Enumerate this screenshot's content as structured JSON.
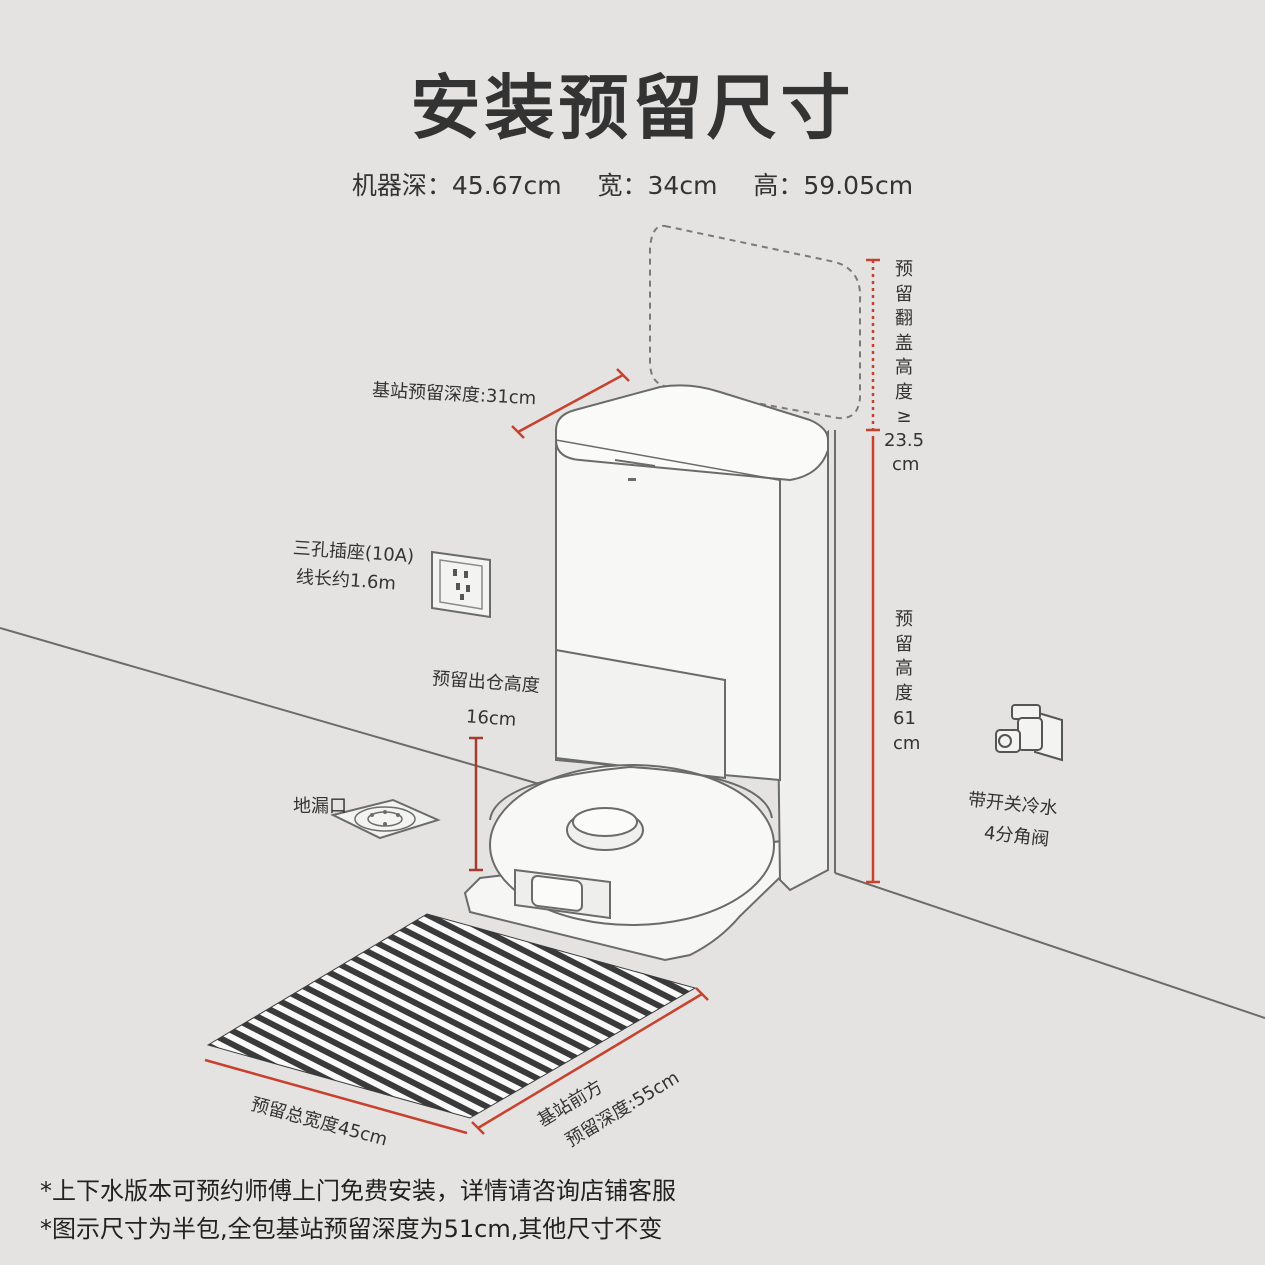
{
  "title": "安装预留尺寸",
  "dimensions": {
    "depth": "机器深：45.67cm",
    "width": "宽：34cm",
    "height": "高：59.05cm"
  },
  "labels": {
    "base_depth": "基站预留深度:31cm",
    "lid_height_vertical": "预留翻盖高度≥",
    "lid_height_value": "23.5",
    "lid_height_unit": "cm",
    "outlet_line1": "三孔插座(10A)",
    "outlet_line2": "线长约1.6m",
    "exit_height_line1": "预留出仓高度",
    "exit_height_line2": "16cm",
    "floor_drain": "地漏口",
    "reserve_height_vertical": "预留高度",
    "reserve_height_value": "61",
    "reserve_height_unit": "cm",
    "valve_line1": "带开关冷水",
    "valve_line2": "4分角阀",
    "total_width": "预留总宽度45cm",
    "front_depth_line1": "基站前方",
    "front_depth_line2": "预留深度:55cm"
  },
  "notes": [
    "*上下水版本可预约师傅上门免费安装，详情请咨询店铺客服",
    "*图示尺寸为半包,全包基站预留深度为51cm,其他尺寸不变"
  ],
  "colors": {
    "background": "#e4e3e1",
    "accent_red": "#c8402e",
    "line": "#6b6b6b"
  }
}
